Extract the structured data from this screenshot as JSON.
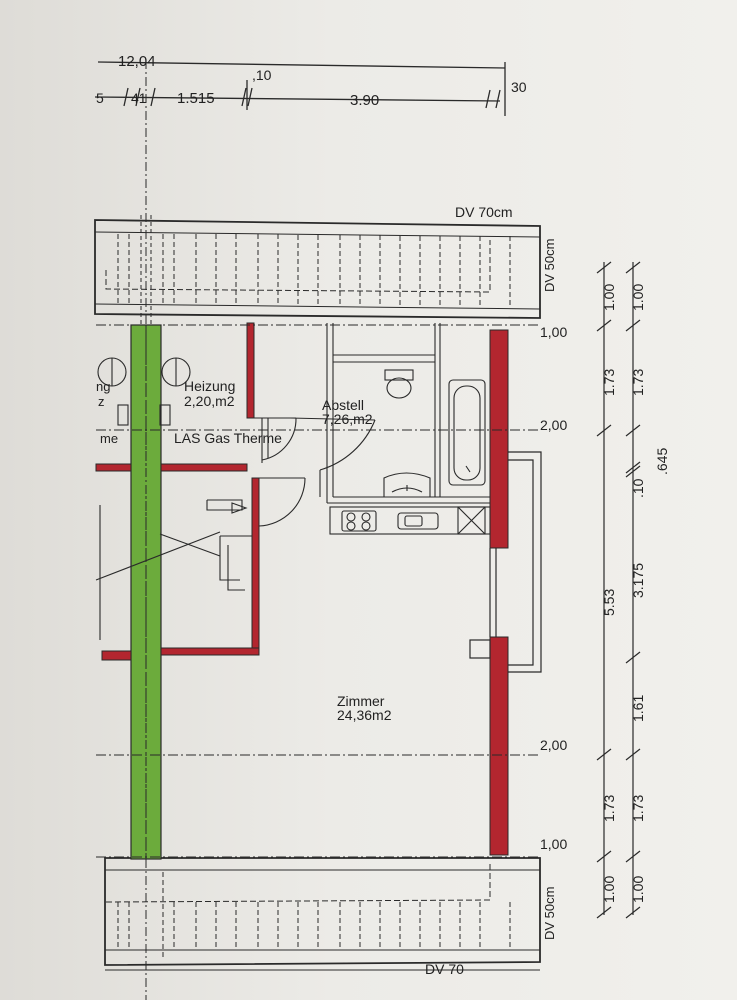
{
  "title": "",
  "colors": {
    "paper": "#ecebe7",
    "line": "#2a2a2a",
    "wall_red": "#b3262f",
    "wall_green": "#6cab3c"
  },
  "dimensions_top": {
    "overall": "12,04",
    "segments": [
      "5",
      "41",
      "1.515",
      "3.90"
    ],
    "small_top": ",10",
    "small_right": "30"
  },
  "roof": {
    "top_label": "DV 70cm",
    "bottom_label": "DV 70",
    "side_top": "DV 50cm",
    "side_bottom": "DV 50cm"
  },
  "rooms": {
    "heizung_name": "Heizung",
    "heizung_area": "2,20,m2",
    "abstell_name": "Abstell",
    "abstell_area": "7,26,m2",
    "zimmer_name": "Zimmer",
    "zimmer_area": "24,36m2",
    "gas_therme": "LAS Gas Therme",
    "cut_left_1": "ng",
    "cut_left_2": "z",
    "cut_left_3": "me"
  },
  "height_markers": {
    "top_100": "1,00",
    "top_200": "2,00",
    "bottom_200": "2,00",
    "bottom_100": "1,00"
  },
  "dimensions_right": {
    "col1": [
      "1.00",
      "1.73",
      "5.53",
      "1.73",
      "1.00"
    ],
    "col2": [
      "1.00",
      "1.73",
      ".10",
      "3.175",
      "1.61",
      "1.73",
      "1.00"
    ],
    "col3": ".645"
  }
}
